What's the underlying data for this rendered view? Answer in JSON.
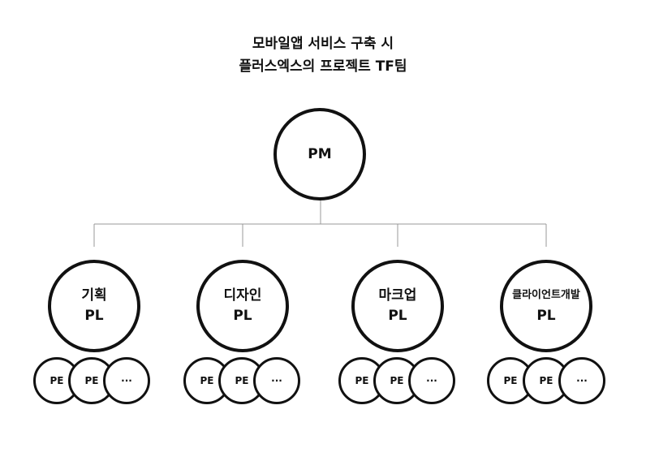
{
  "title": {
    "line1": "모바일앱 서비스 구축 시",
    "line2": "플러스엑스의 프로젝트 TF팀"
  },
  "pm": {
    "label": "PM"
  },
  "teams": [
    {
      "name": "기획",
      "role": "PL",
      "members": [
        "PE",
        "PE",
        "···"
      ]
    },
    {
      "name": "디자인",
      "role": "PL",
      "members": [
        "PE",
        "PE",
        "···"
      ]
    },
    {
      "name": "마크업",
      "role": "PL",
      "members": [
        "PE",
        "PE",
        "···"
      ]
    },
    {
      "name": "클라이언트개발",
      "role": "PL",
      "members": [
        "PE",
        "PE",
        "···"
      ]
    }
  ]
}
